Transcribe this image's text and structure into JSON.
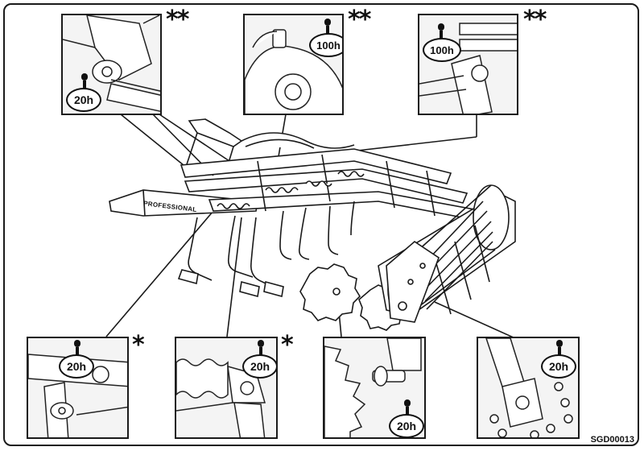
{
  "brand_label": "PROFESSIONAL",
  "drawing_code": "SGD00013",
  "insets": [
    {
      "id": "top-left",
      "interval": "20h",
      "mark": "**"
    },
    {
      "id": "top-center",
      "interval": "100h",
      "mark": "**"
    },
    {
      "id": "top-right",
      "interval": "100h",
      "mark": "**"
    },
    {
      "id": "bottom-left",
      "interval": "20h",
      "mark": "*"
    },
    {
      "id": "bottom-center-left",
      "interval": "20h",
      "mark": "*"
    },
    {
      "id": "bottom-center-right",
      "interval": "20h",
      "mark": ""
    },
    {
      "id": "bottom-right",
      "interval": "20h",
      "mark": ""
    }
  ],
  "colors": {
    "line": "#1a1a1a",
    "inset_bg": "#f4f4f4",
    "paper": "#ffffff"
  },
  "icons": {
    "lubrication_point": "grease-nipple-icon"
  }
}
